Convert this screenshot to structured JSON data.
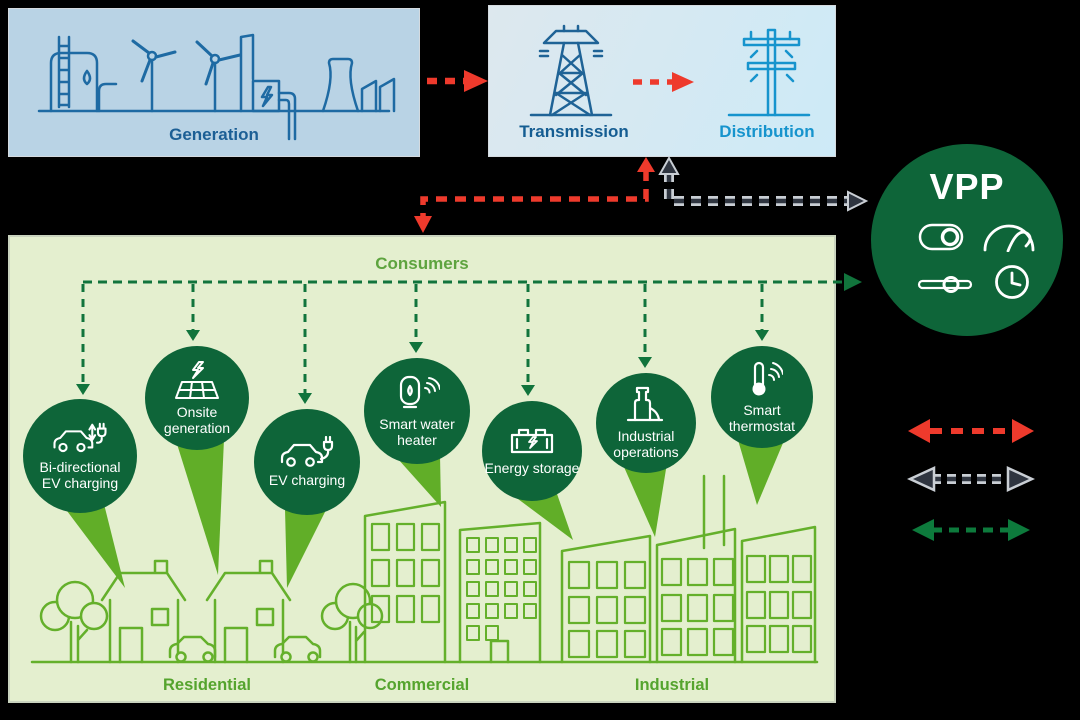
{
  "generation": {
    "label": "Generation"
  },
  "transmission": {
    "label": "Transmission"
  },
  "distribution": {
    "label": "Distribution"
  },
  "vpp": {
    "label": "VPP"
  },
  "consumers": {
    "label": "Consumers",
    "devices": [
      {
        "label": "Bi-directional EV charging",
        "icon": "bidirectional-ev-charging-icon"
      },
      {
        "label": "Onsite generation",
        "icon": "solar-generation-icon"
      },
      {
        "label": "EV charging",
        "icon": "ev-charging-icon"
      },
      {
        "label": "Smart water heater",
        "icon": "water-heater-icon"
      },
      {
        "label": "Energy storage",
        "icon": "battery-icon"
      },
      {
        "label": "Industrial operations",
        "icon": "industrial-machine-icon"
      },
      {
        "label": "Smart thermostat",
        "icon": "thermostat-icon"
      }
    ],
    "areas": [
      {
        "label": "Residential"
      },
      {
        "label": "Commercial"
      },
      {
        "label": "Industrial"
      }
    ]
  },
  "colors": {
    "red_arrow": "#ee3a2c",
    "dark_arrow": "#2f3540",
    "green_dash": "#11743c",
    "pin_green": "#0e6539",
    "bright_green": "#61ae28",
    "blue_dark": "#1c5f95",
    "cyan": "#1694cd",
    "generation_bg": "#b9d3e5",
    "consumers_bg": "#e4efcf"
  }
}
